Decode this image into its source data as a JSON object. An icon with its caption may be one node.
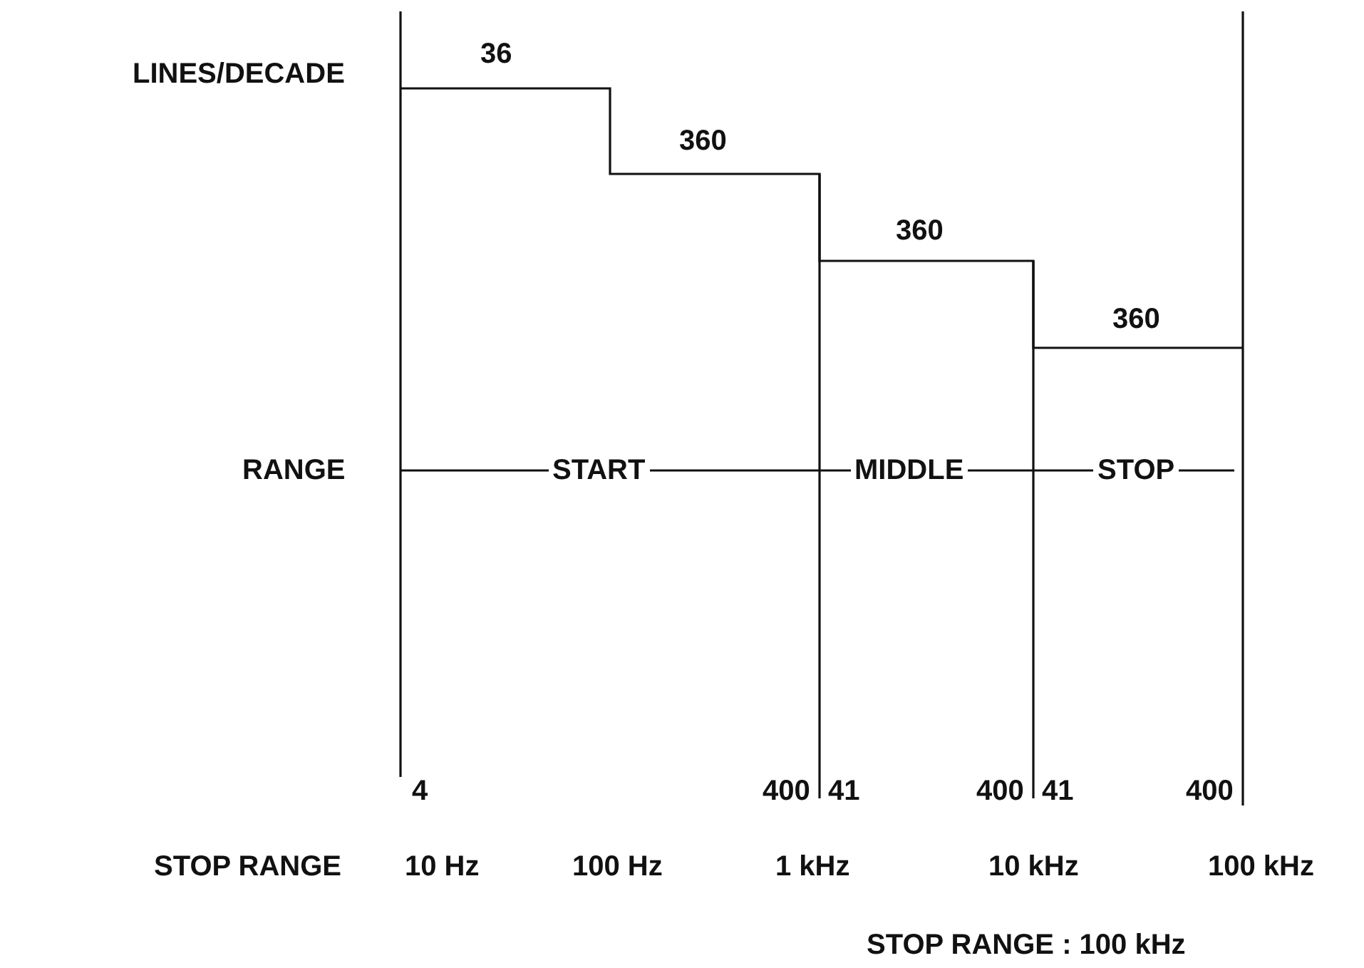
{
  "diagram": {
    "caption": "STOP RANGE : 100 kHz",
    "labels": [
      "LINES/DECADE",
      "36",
      "360",
      "360",
      "360",
      "RANGE",
      "START",
      "MIDDLE",
      "STOP",
      "4",
      "400",
      "41",
      "400",
      "41",
      "400",
      "STOP RANGE",
      "10 Hz",
      "100 Hz",
      "1 kHz",
      "10 kHz",
      "100 kHz"
    ]
  }
}
